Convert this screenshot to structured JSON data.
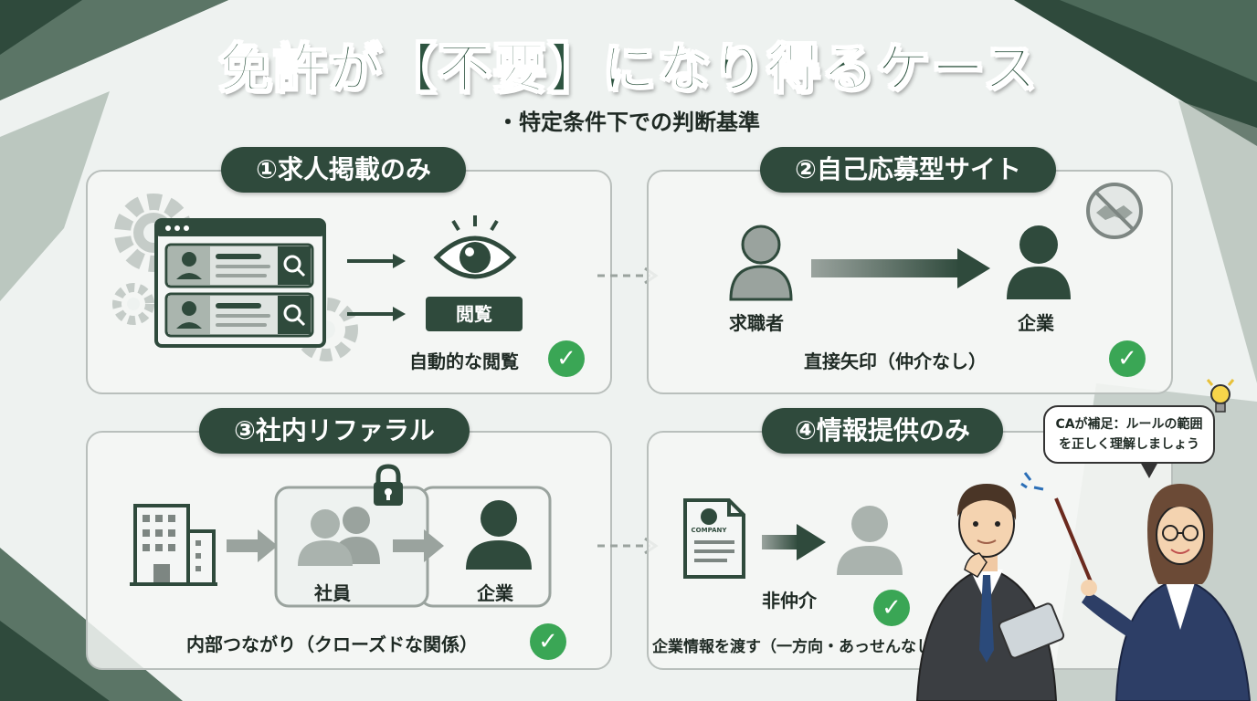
{
  "header": {
    "title": "免許が【不要】になり得るケース",
    "subtitle": "・特定条件下での判断基準"
  },
  "panels": [
    {
      "title": "①求人掲載のみ",
      "action_label": "閲覧",
      "caption": "自動的な閲覧"
    },
    {
      "title": "②自己応募型サイト",
      "from_label": "求職者",
      "to_label": "企業",
      "caption": "直接矢印（仲介なし）"
    },
    {
      "title": "③社内リファラル",
      "from_label": "社員",
      "to_label": "企業",
      "caption": "内部つながり（クローズドな関係）"
    },
    {
      "title": "④情報提供のみ",
      "doc_label": "COMPANY",
      "to_label": "非仲介",
      "caption": "企業情報を渡す（一方向・あっせんなし）"
    }
  ],
  "speech_bubble": {
    "line1": "CAが補足：ルールの範囲",
    "line2": "を正しく理解しましょう"
  },
  "colors": {
    "primary": "#2f4a3c",
    "check": "#3aa655",
    "panel_border": "#b9bfbc",
    "background": "#eef2f0"
  }
}
